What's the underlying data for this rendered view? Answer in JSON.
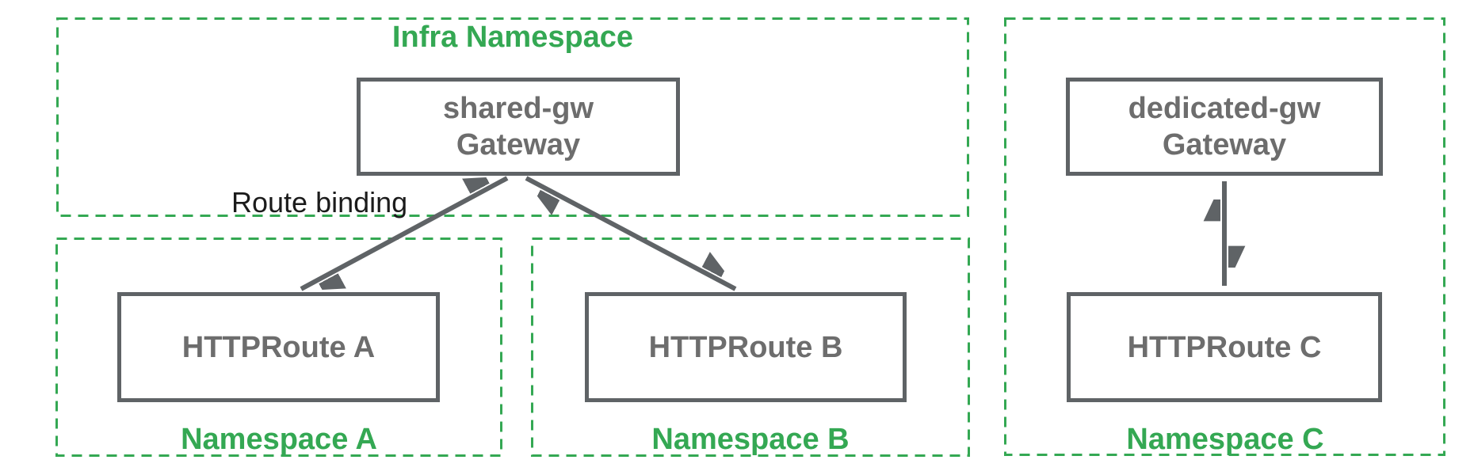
{
  "diagram": {
    "namespaces": {
      "infra": {
        "label": "Infra Namespace"
      },
      "a": {
        "label": "Namespace A"
      },
      "b": {
        "label": "Namespace B"
      },
      "c": {
        "label": "Namespace C"
      }
    },
    "nodes": {
      "shared_gw": {
        "line1": "shared-gw",
        "line2": "Gateway"
      },
      "dedicated_gw": {
        "line1": "dedicated-gw",
        "line2": "Gateway"
      },
      "route_a": {
        "label": "HTTPRoute A"
      },
      "route_b": {
        "label": "HTTPRoute B"
      },
      "route_c": {
        "label": "HTTPRoute C"
      }
    },
    "annotations": {
      "route_binding": "Route binding"
    },
    "colors": {
      "namespace_green": "#34a853",
      "node_border_gray": "#5f6366",
      "node_text_gray": "#6d6d6d",
      "annotation_black": "#1b1b1b",
      "background": "#ffffff"
    }
  }
}
